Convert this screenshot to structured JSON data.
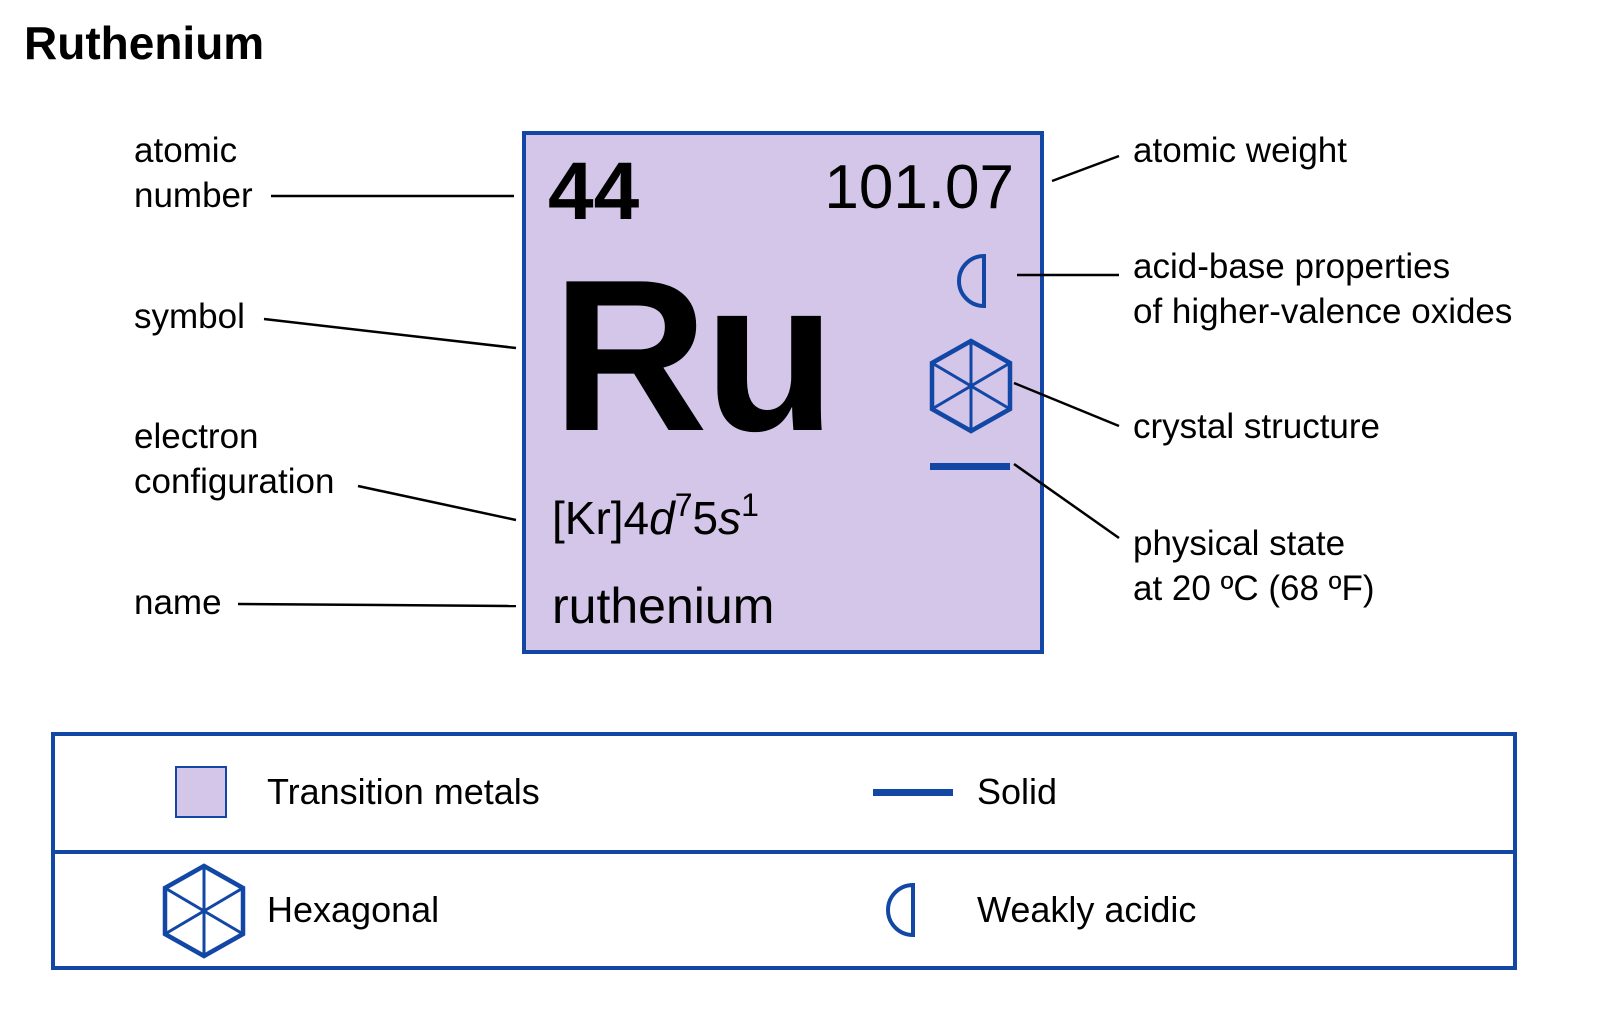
{
  "title": "Ruthenium",
  "element": {
    "atomic_number": "44",
    "atomic_weight": "101.07",
    "symbol": "Ru",
    "config_base": "[Kr]4",
    "config_orbital1": "d",
    "config_exp1": "7",
    "config_shell2": "5",
    "config_orbital2": "s",
    "config_exp2": "1",
    "name": "ruthenium"
  },
  "left_labels": {
    "atomic_number": [
      "atomic",
      "number"
    ],
    "symbol": "symbol",
    "electron_configuration": [
      "electron",
      "configuration"
    ],
    "name": "name"
  },
  "right_labels": {
    "atomic_weight": "atomic weight",
    "acid_base": [
      "acid-base properties",
      "of higher-valence oxides"
    ],
    "crystal_structure": "crystal structure",
    "physical_state": [
      "physical state",
      "at 20 ºC (68 ºF)"
    ]
  },
  "legend": {
    "category": "Transition metals",
    "state": "Solid",
    "crystal": "Hexagonal",
    "acidity": "Weakly acidic"
  },
  "icons": {
    "acid_base": "half-circle-icon",
    "crystal": "hexagon-icon",
    "state": "solid-bar-icon"
  },
  "colors": {
    "tile_fill": "#d3c6e8",
    "accent_blue": "#1347a5",
    "text": "#000000"
  }
}
